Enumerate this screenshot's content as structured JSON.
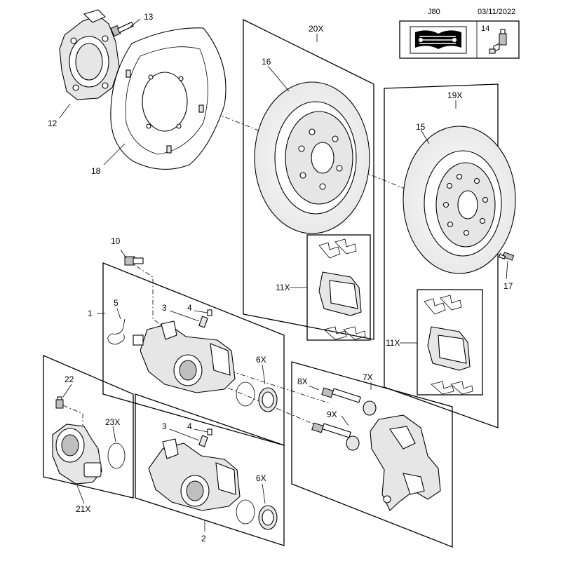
{
  "header": {
    "code": "J80",
    "date": "03/11/2022",
    "legend_number": "14",
    "legend_icons": [
      "manual-wrench-icon",
      "grease-tube-icon"
    ]
  },
  "parts": {
    "p1": "1",
    "p2": "2",
    "p3a": "3",
    "p4a": "4",
    "p3b": "3",
    "p4b": "4",
    "p5": "5",
    "p6a": "6X",
    "p6b": "6X",
    "p7": "7X",
    "p8": "8X",
    "p9": "9X",
    "p10": "10",
    "p11a": "11X",
    "p11b": "11X",
    "p12": "12",
    "p13": "13",
    "p15": "15",
    "p16": "16",
    "p17": "17",
    "p18": "18",
    "p19": "19X",
    "p20": "20X",
    "p21": "21X",
    "p22": "22",
    "p23": "23X"
  }
}
